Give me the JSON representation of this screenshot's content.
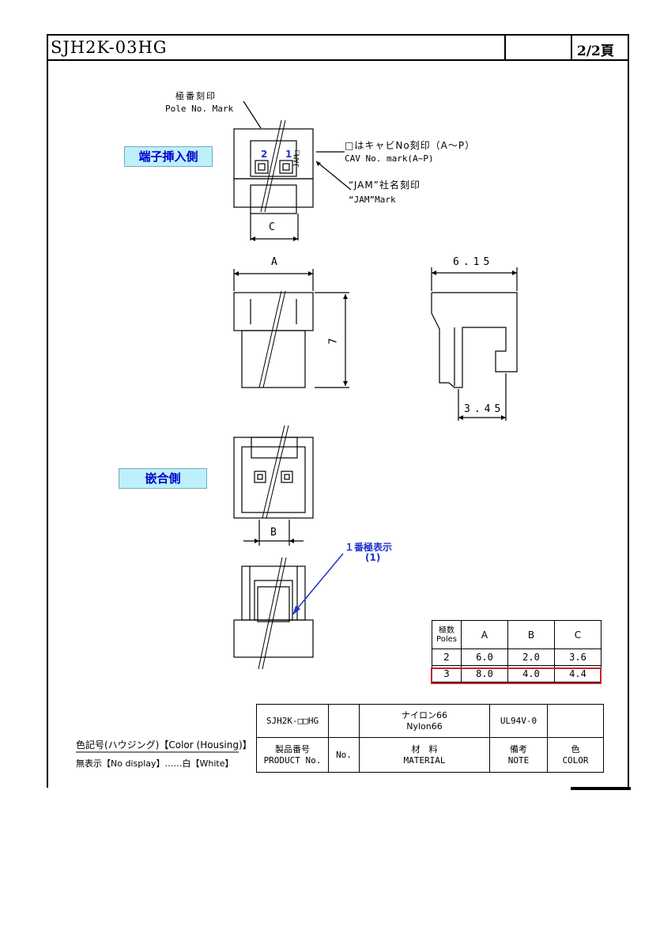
{
  "header": {
    "part_number": "SJH2K-03HG",
    "page": "2/2頁"
  },
  "views": {
    "terminal_side": "端子挿入側",
    "mating_side": "嵌合側"
  },
  "annotations": {
    "pole_mark_jp": "極番刻印",
    "pole_mark_en": "Pole No. Mark",
    "cav_mark_jp": "□はキャビNo刻印（A～P）",
    "cav_mark_en": "CAV No. mark(A~P)",
    "jam_mark_jp": "“JAM”社名刻印",
    "jam_mark_en": "“JAM”Mark",
    "jam_logo": "JAM□",
    "pole_2": "2",
    "pole_1": "1",
    "pole1_indicator_jp": "１番極表示",
    "pole1_indicator_num": "(1)"
  },
  "dimensions": {
    "c": "C",
    "a": "A",
    "height": "7",
    "depth": "6.15",
    "offset": "3.45",
    "b": "B"
  },
  "pole_table": {
    "header_poles_jp": "極数",
    "header_poles_en": "Poles",
    "header_a": "A",
    "header_b": "B",
    "header_c": "C",
    "rows": [
      {
        "poles": "2",
        "a": "6.0",
        "b": "2.0",
        "c": "3.6"
      },
      {
        "poles": "3",
        "a": "8.0",
        "b": "4.0",
        "c": "4.4"
      }
    ]
  },
  "material_table": {
    "product": "SJH2K-□□HG",
    "material_jp": "ナイロン66",
    "material_en": "Nylon66",
    "note": "UL94V-0",
    "product_no_jp": "製品番号",
    "product_no_en": "PRODUCT No.",
    "no_label": "No.",
    "material_label_jp": "材　料",
    "material_label_en": "MATERIAL",
    "note_label_jp": "備考",
    "note_label_en": "NOTE",
    "color_label_jp": "色",
    "color_label_en": "COLOR"
  },
  "color_note": {
    "title": "色記号(ハウジング)【Color (Housing)】",
    "line": "無表示【No display】……白【White】"
  },
  "colors": {
    "tag_fill": "#bdf0fb",
    "tag_text": "#0000cc",
    "highlight": "#cc2222",
    "arrow": "#2233cc"
  }
}
